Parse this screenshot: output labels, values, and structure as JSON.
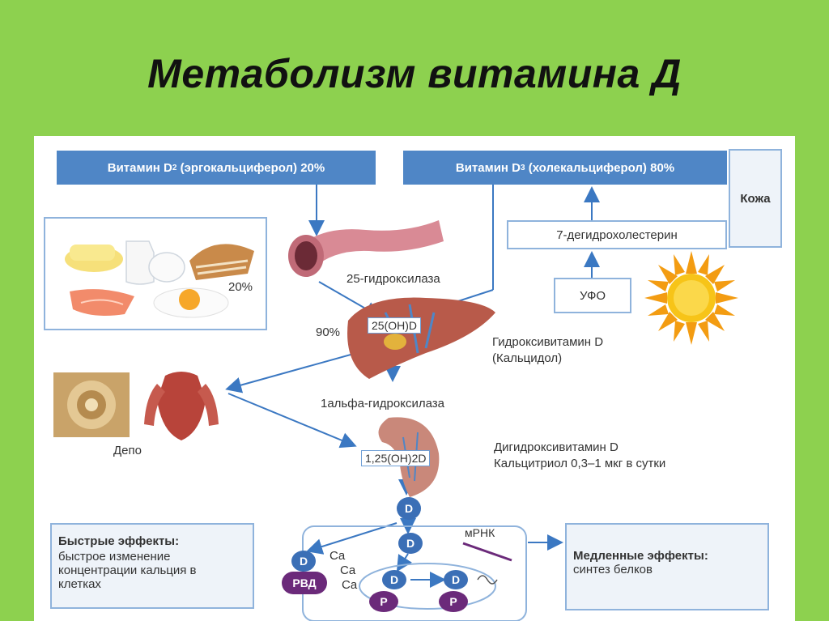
{
  "title": "Метаболизм витамина Д",
  "boxes": {
    "vitd2": {
      "prefix": "Витамин D",
      "sub": "2",
      "suffix": " (эргокальциферол) 20%"
    },
    "vitd3": {
      "prefix": "Витамин D",
      "sub": "3",
      "suffix": " (холекальциферол) 80%"
    },
    "skin": "Кожа",
    "dehydro": "7-дегидрохолестерин",
    "ufo": "УФО"
  },
  "labels": {
    "food_percent": "20%",
    "hydroxylase25": "25-гидроксилаза",
    "liver_percent": "90%",
    "oh25d": "25(OH)D",
    "hydroxyvitamin": "Гидроксивитамин D",
    "calcidol": "(Кальцидол)",
    "alpha_hydroxylase": "1альфа-гидроксилаза",
    "depot": "Депо",
    "oh125d": "1,25(OH)2D",
    "dihydroxy": "Дигидроксивитамин D",
    "calcitriol": "Кальцитриол 0,3–1 мкг в сутки",
    "mrna": "мРНК"
  },
  "fast_effects": {
    "heading": "Быстрые эффекты:",
    "line1": "быстрое изменение",
    "line2": "концентрации кальция в",
    "line3": "клетках"
  },
  "slow_effects": {
    "heading": "Медленные эффекты:",
    "line1": "синтез белков"
  },
  "molecules": {
    "d": "D",
    "ca": "Ca",
    "rvd": "РВД",
    "p": "P"
  },
  "colors": {
    "background": "#8dd14f",
    "box_blue": "#4f86c6",
    "arrow_blue": "#3b78c2",
    "outline": "#8fb3dc",
    "pill_purple": "#6b2a7a"
  },
  "icons": [
    "food-illustration",
    "intestine-illustration",
    "liver-illustration",
    "kidney-illustration",
    "muscle-illustration",
    "bone-illustration",
    "sun-icon"
  ]
}
